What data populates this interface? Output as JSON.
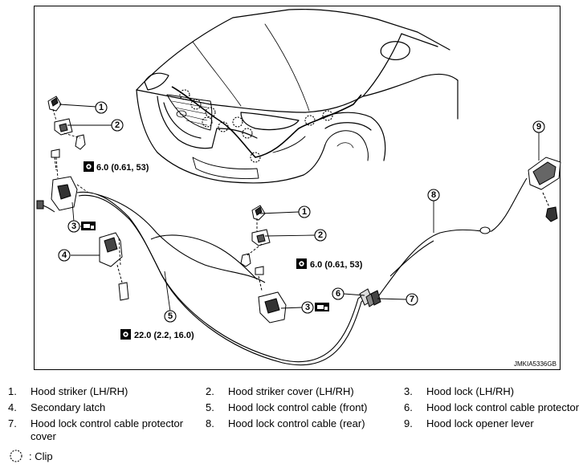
{
  "diagram": {
    "code": "JMKIA5336GB",
    "torque_values": [
      "6.0 (0.61, 53)",
      "6.0 (0.61, 53)",
      "22.0 (2.2, 16.0)"
    ],
    "callouts": [
      "1",
      "2",
      "3",
      "4",
      "5",
      "6",
      "7",
      "8",
      "9"
    ]
  },
  "legend": {
    "items": [
      {
        "num": "1.",
        "label": "Hood striker (LH/RH)"
      },
      {
        "num": "2.",
        "label": "Hood striker cover (LH/RH)"
      },
      {
        "num": "3.",
        "label": "Hood lock (LH/RH)"
      },
      {
        "num": "4.",
        "label": "Secondary latch"
      },
      {
        "num": "5.",
        "label": "Hood lock control cable (front)"
      },
      {
        "num": "6.",
        "label": "Hood lock control cable protector"
      },
      {
        "num": "7.",
        "label": "Hood lock control cable protector cover"
      },
      {
        "num": "8.",
        "label": "Hood lock control cable (rear)"
      },
      {
        "num": "9.",
        "label": "Hood lock opener lever"
      }
    ],
    "clip_label": ": Clip"
  }
}
